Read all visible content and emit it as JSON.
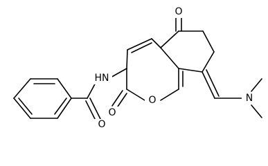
{
  "structure": {
    "atoms": {
      "ketone_oxygen": "O",
      "amide_nitrogen": "HN",
      "amide_oxygen": "O",
      "ring_oxygen": "O",
      "lactone_oxygen": "O",
      "amine_nitrogen": "N"
    }
  },
  "colors": {
    "bond": "#000000",
    "background": "#ffffff"
  }
}
